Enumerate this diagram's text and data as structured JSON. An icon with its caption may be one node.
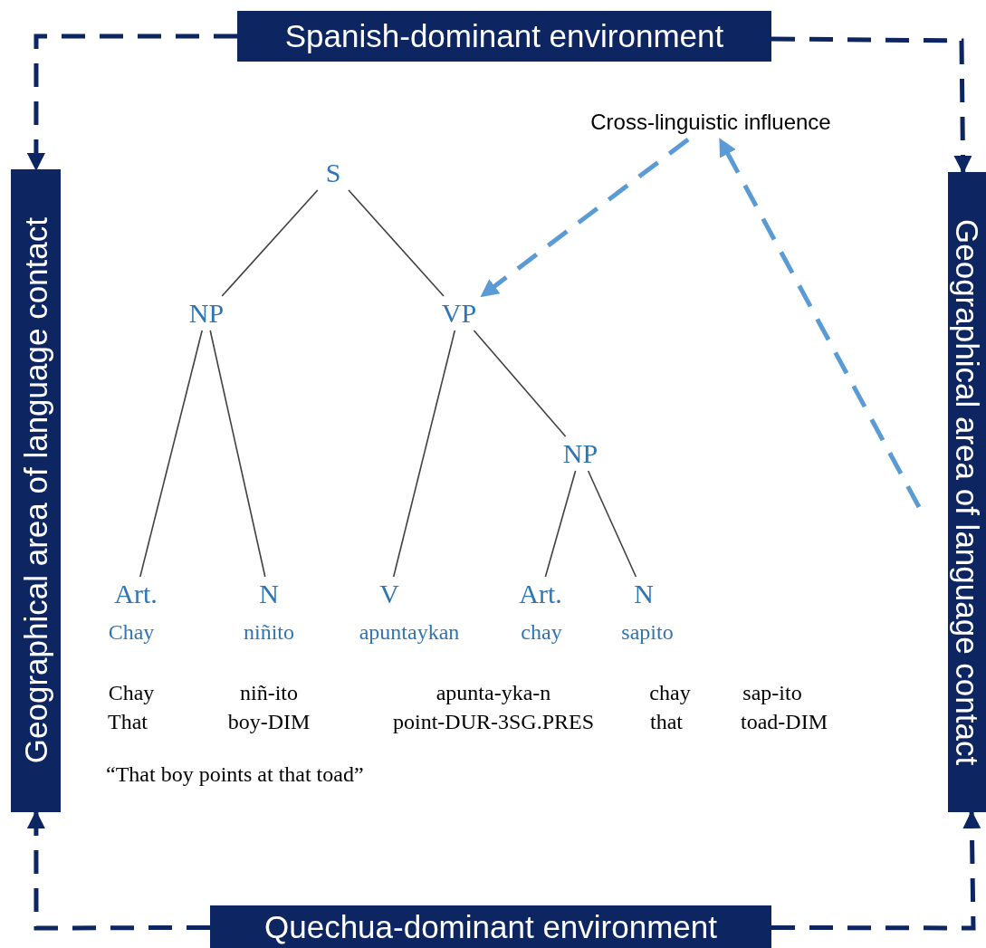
{
  "diagram": {
    "nodes": [
      {
        "text": [
          "Spanish-dominant environment"
        ]
      },
      {
        "text": [
          "Geographical area of language contact"
        ]
      },
      {
        "text": [
          "Geographical area of language contact"
        ]
      },
      {
        "text": [
          "Quechua-dominant environment"
        ]
      },
      {
        "text": [
          "Cross-linguistic influence"
        ]
      },
      {
        "text": [
          "S"
        ]
      },
      {
        "text": [
          "NP"
        ]
      },
      {
        "text": [
          "VP"
        ]
      },
      {
        "text": [
          "NP"
        ]
      },
      {
        "text": [
          "Art."
        ]
      },
      {
        "text": [
          "N"
        ]
      },
      {
        "text": [
          "V"
        ]
      },
      {
        "text": [
          "Art."
        ]
      },
      {
        "text": [
          "N"
        ]
      }
    ],
    "edges": [
      {
        "from": 0,
        "to": 1,
        "arrow": "to",
        "style": "dashed",
        "color": "#0d2560"
      },
      {
        "from": 0,
        "to": 2,
        "arrow": "to",
        "style": "dashed",
        "color": "#0d2560"
      },
      {
        "from": 3,
        "to": 1,
        "arrow": "to",
        "style": "dashed",
        "color": "#0d2560"
      },
      {
        "from": 3,
        "to": 2,
        "arrow": "to",
        "style": "dashed",
        "color": "#0d2560"
      },
      {
        "from": null,
        "to": 4,
        "arrow": "to",
        "style": "dashed",
        "color": "#5b9bd5"
      },
      {
        "from": 4,
        "to": 7,
        "arrow": "to",
        "style": "dashed",
        "color": "#5b9bd5"
      },
      {
        "from": 5,
        "to": 6,
        "arrow": "none"
      },
      {
        "from": 5,
        "to": 7,
        "arrow": "none"
      },
      {
        "from": 6,
        "to": 9,
        "arrow": "none"
      },
      {
        "from": 6,
        "to": 10,
        "arrow": "none"
      },
      {
        "from": 7,
        "to": 11,
        "arrow": "none"
      },
      {
        "from": 7,
        "to": 8,
        "arrow": "none"
      },
      {
        "from": 8,
        "to": 12,
        "arrow": "none"
      },
      {
        "from": 8,
        "to": 13,
        "arrow": "none"
      }
    ],
    "labels": [
      "Chay",
      "niñito",
      "apuntaykan",
      "chay",
      "sapito",
      "Chay",
      "niñ-ito",
      "apunta-yka-n",
      "chay",
      "sap-ito",
      "That",
      "boy-DIM",
      "point-DUR-3SG.PRES",
      "that",
      "toad-DIM",
      "“That boy points at that toad”"
    ]
  }
}
